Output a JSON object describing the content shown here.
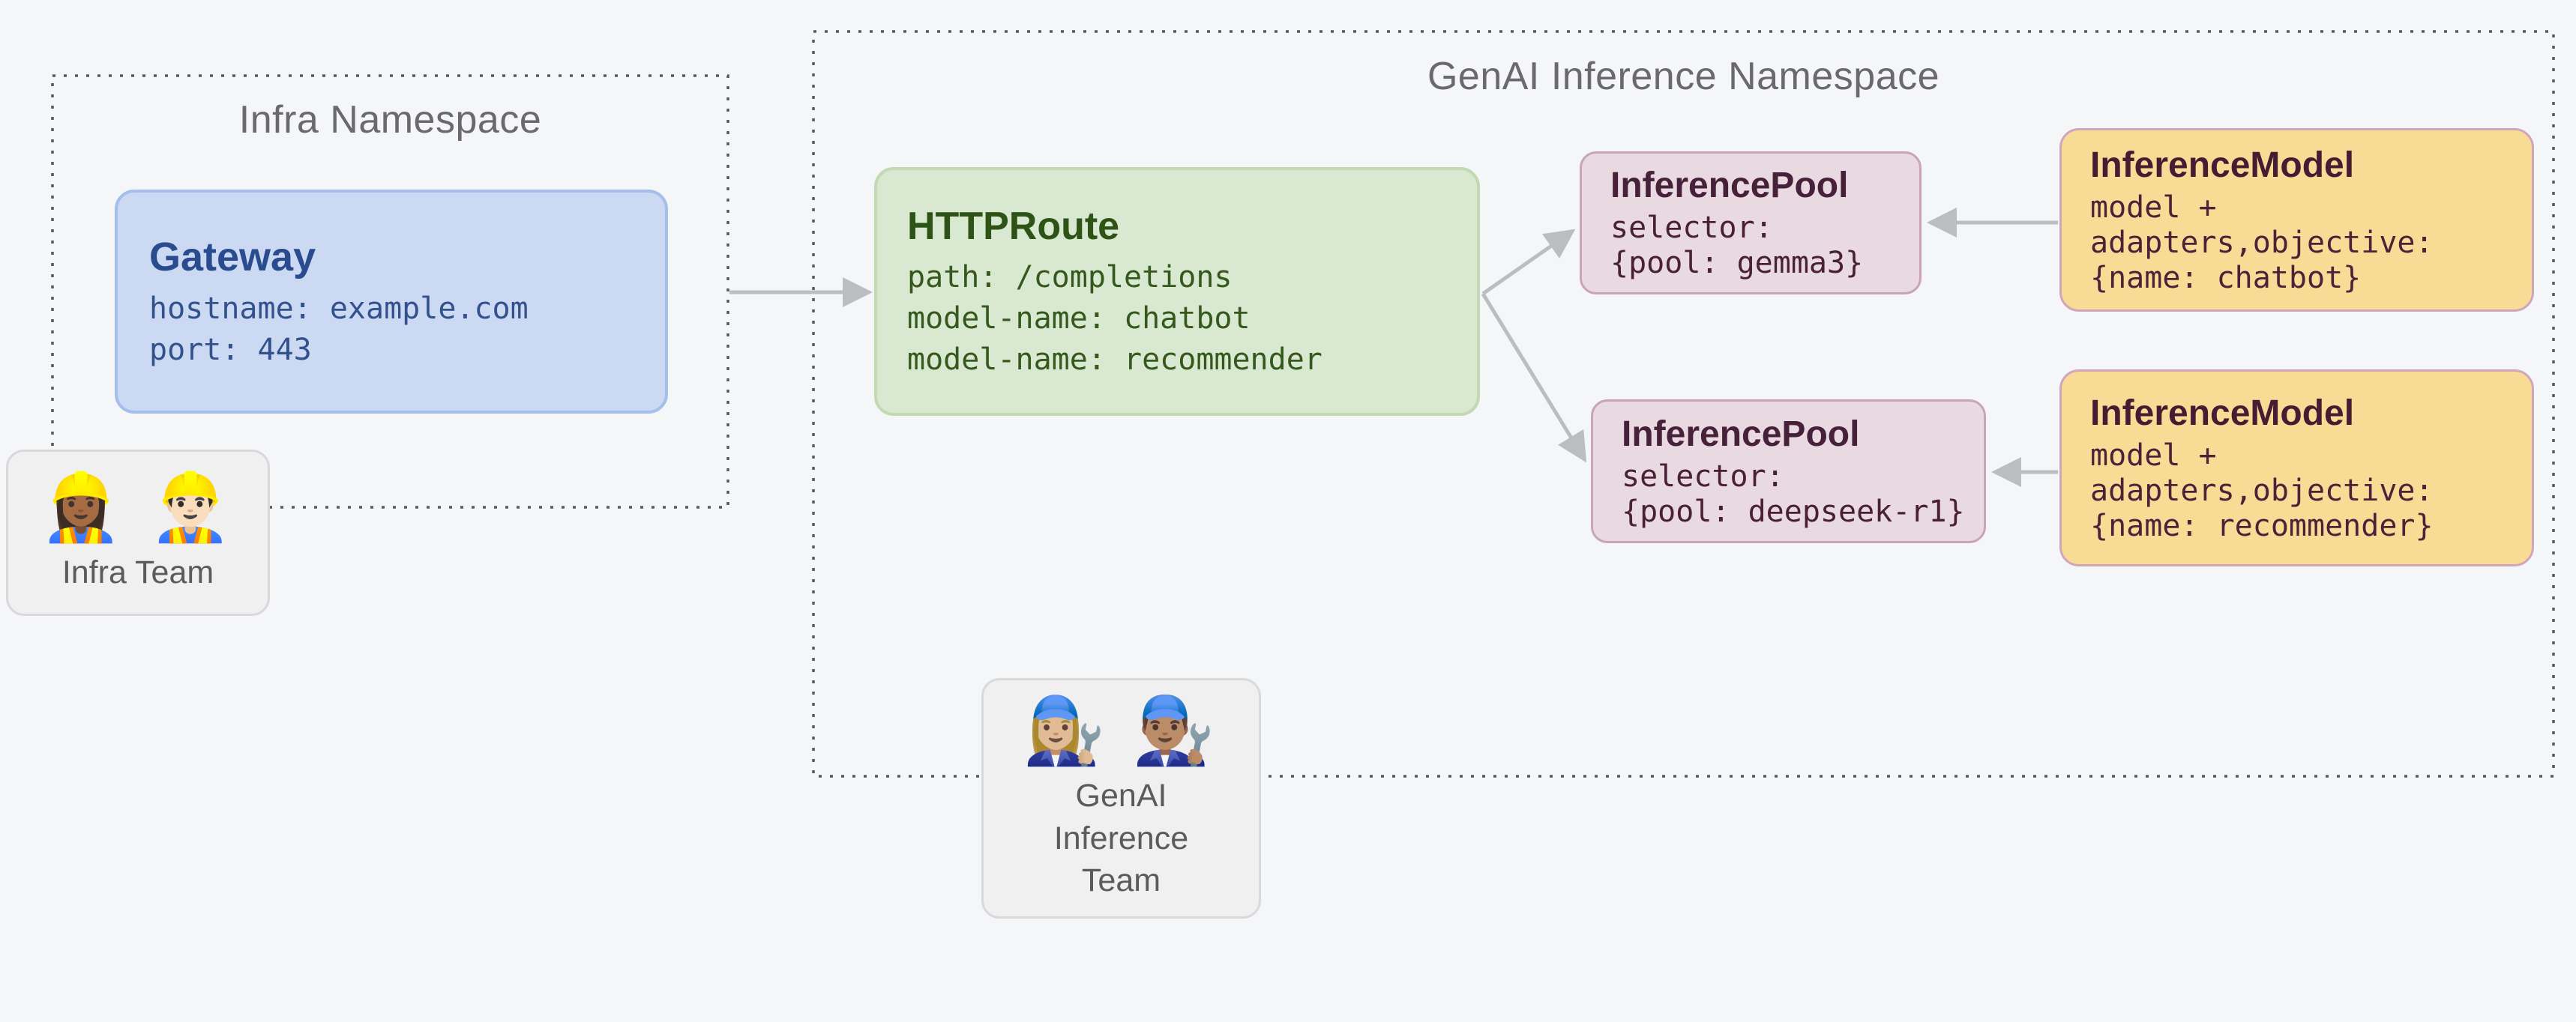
{
  "infra_namespace": {
    "title": "Infra Namespace",
    "gateway": {
      "title": "Gateway",
      "lines": [
        "hostname: example.com",
        "port: 443"
      ]
    },
    "team": {
      "emojis": "👷🏾‍♀️ 👷🏻‍♂️",
      "label": "Infra Team"
    }
  },
  "genai_namespace": {
    "title": "GenAI Inference Namespace",
    "httproute": {
      "title": "HTTPRoute",
      "lines": [
        "path: /completions",
        "model-name: chatbot",
        "model-name: recommender"
      ]
    },
    "pools": [
      {
        "title": "InferencePool",
        "lines": [
          "selector:",
          "{pool: gemma3}"
        ]
      },
      {
        "title": "InferencePool",
        "lines": [
          "selector:",
          "{pool: deepseek-r1}"
        ]
      }
    ],
    "models": [
      {
        "title": "InferenceModel",
        "lines": [
          "model +",
          "adapters,objective:",
          "{name: chatbot}"
        ]
      },
      {
        "title": "InferenceModel",
        "lines": [
          "model +",
          "adapters,objective:",
          "{name: recommender}"
        ]
      }
    ],
    "team": {
      "emojis": "👩🏼‍🔧 👨🏽‍🔧",
      "label": "GenAI Inference Team"
    }
  },
  "arrows": [
    {
      "from": "Gateway",
      "to": "HTTPRoute"
    },
    {
      "from": "HTTPRoute",
      "to": "InferencePool {pool: gemma3}"
    },
    {
      "from": "HTTPRoute",
      "to": "InferencePool {pool: deepseek-r1}"
    },
    {
      "from": "InferenceModel {name: chatbot}",
      "to": "InferencePool {pool: gemma3}"
    },
    {
      "from": "InferenceModel {name: recommender}",
      "to": "InferencePool {pool: deepseek-r1}"
    }
  ],
  "colors": {
    "canvas_bg": "#f5f6f8",
    "namespace_border": "#58585a",
    "namespace_title": "#6a6a6d",
    "arrow": "#bcbdc0",
    "gateway_bg": "#cbd9f3",
    "gateway_border": "#a5bfec",
    "gateway_text": "#2a4b8d",
    "httproute_bg": "#d9e8d0",
    "httproute_border": "#c2d9b3",
    "httproute_text": "#2d5316",
    "pool_bg": "#e9d9e1",
    "pool_border": "#c9a4b8",
    "pool_text": "#47203a",
    "model_bg": "#f8dc96",
    "model_border": "#cfa6bb",
    "model_text": "#451d33",
    "team_bg": "#f0f0f1",
    "team_border": "#d9d9db",
    "team_text": "#5b5b5d"
  }
}
